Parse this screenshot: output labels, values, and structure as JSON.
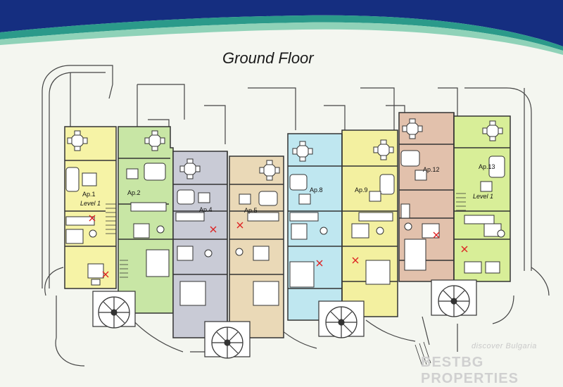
{
  "title": "Ground Floor",
  "apartments": [
    {
      "label": "Ap.1",
      "level": "Level 1",
      "color": "#f6f3a6"
    },
    {
      "label": "Ap.2",
      "color": "#c8e6a5"
    },
    {
      "label": "Ap.4",
      "color": "#c9cbd6"
    },
    {
      "label": "Ap.5",
      "color": "#ead9b7"
    },
    {
      "label": "Ap.8",
      "color": "#bfe7f0"
    },
    {
      "label": "Ap.9",
      "color": "#f3f0a0"
    },
    {
      "label": "Ap.12",
      "color": "#e2c1ac"
    },
    {
      "label": "Ap.13",
      "level": "Level 1",
      "color": "#d8ee98"
    }
  ],
  "watermark": {
    "line1": "discover Bulgaria",
    "line2": "BESTBG PROPERTIES"
  },
  "colors": {
    "wave_dark": "#152e80",
    "wave_mid": "#2b9a8a",
    "wave_light": "#8fd2b8",
    "wall": "#333333"
  }
}
